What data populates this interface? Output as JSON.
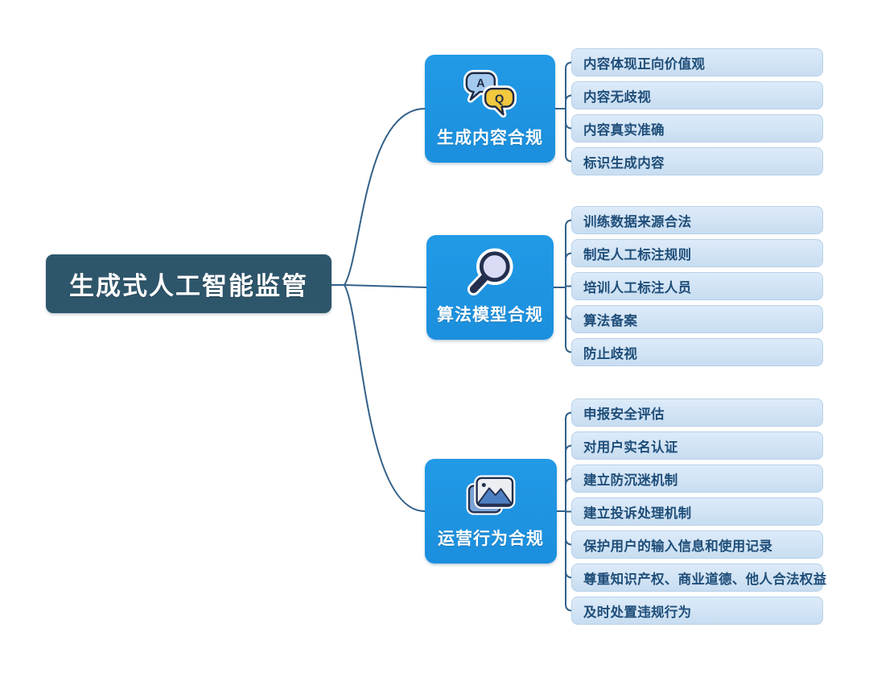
{
  "root": {
    "label": "生成式人工智能监管"
  },
  "branches": [
    {
      "label": "生成内容合规",
      "icon": "qa-chat-icon",
      "children": [
        "内容体现正向价值观",
        "内容无歧视",
        "内容真实准确",
        "标识生成内容"
      ]
    },
    {
      "label": "算法模型合规",
      "icon": "magnifier-icon",
      "children": [
        "训练数据来源合法",
        "制定人工标注规则",
        "培训人工标注人员",
        "算法备案",
        "防止歧视"
      ]
    },
    {
      "label": "运营行为合规",
      "icon": "picture-icon",
      "children": [
        "申报安全评估",
        "对用户实名认证",
        "建立防沉迷机制",
        "建立投诉处理机制",
        "保护用户的输入信息和使用记录",
        "尊重知识产权、商业道德、他人合法权益",
        "及时处置违规行为"
      ]
    }
  ],
  "colors": {
    "root_bg": "#2e566b",
    "branch_bg": "#1e96e4",
    "leaf_bg": "#cfe2f4",
    "leaf_text": "#1f4e79",
    "connector": "#336189",
    "bubble_a": "#a3c9ee",
    "bubble_q": "#f2c83e"
  }
}
